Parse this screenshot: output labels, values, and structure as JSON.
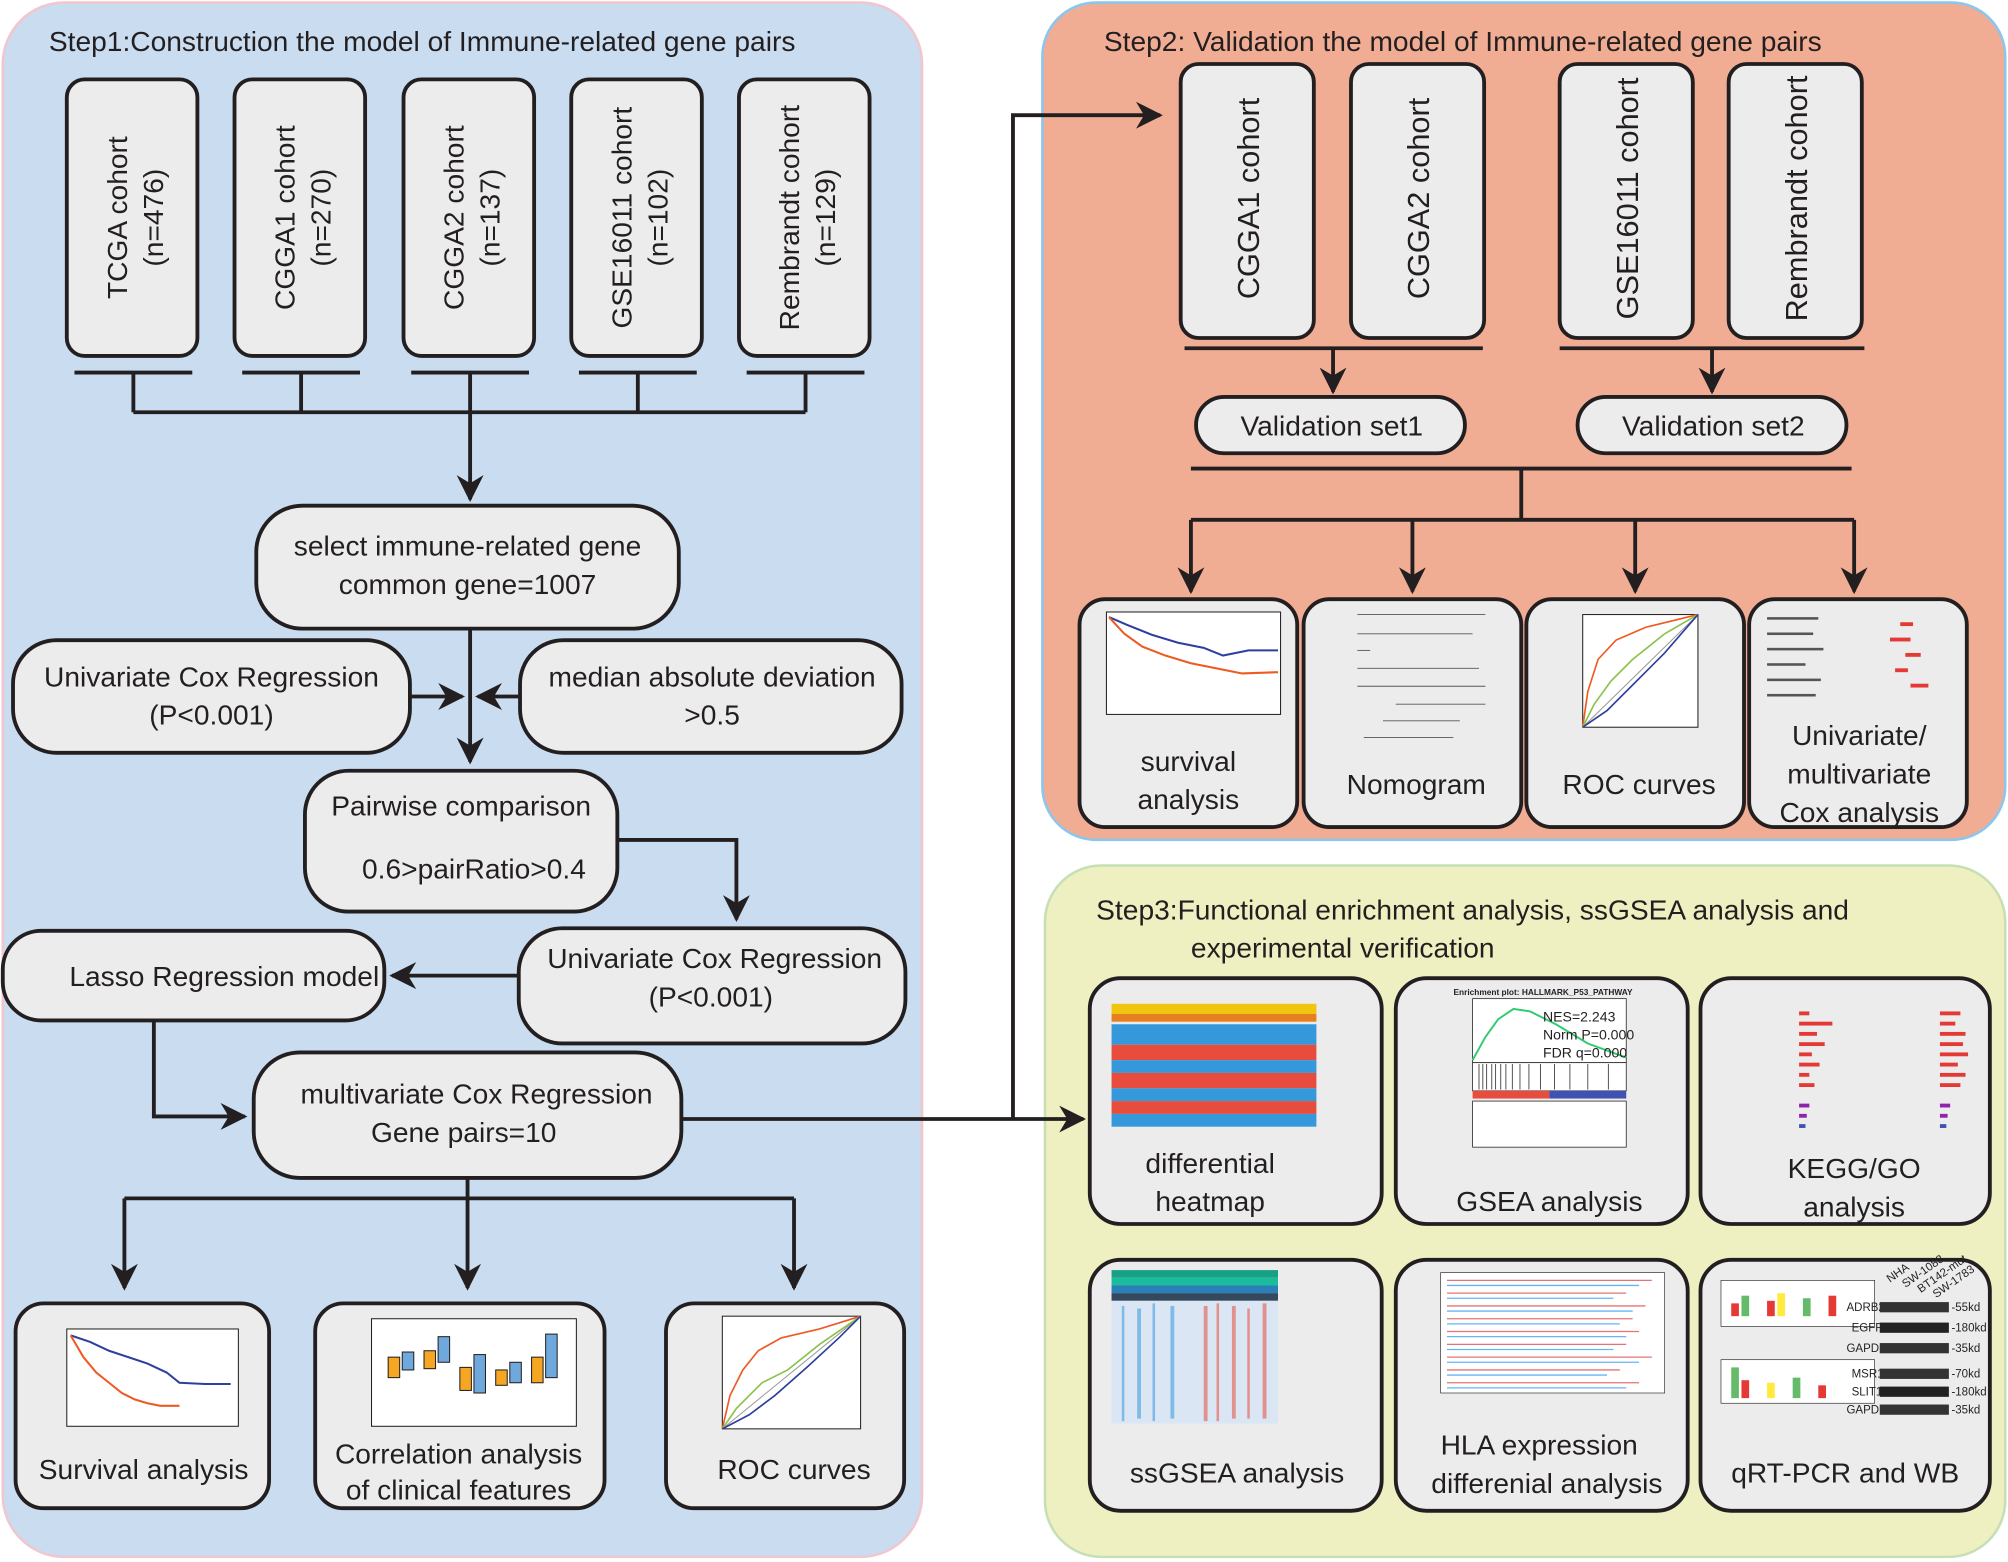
{
  "step1": {
    "title": "Step1:Construction the model of Immune-related gene pairs",
    "cohorts": [
      {
        "name": "TCGA cohort",
        "n": "(n=476)"
      },
      {
        "name": "CGGA1 cohort",
        "n": "(n=270)"
      },
      {
        "name": "CGGA2 cohort",
        "n": "(n=137)"
      },
      {
        "name": "GSE16011 cohort",
        "n": "(n=102)"
      },
      {
        "name": "Rembrandt cohort",
        "n": "(n=129)"
      }
    ],
    "select_box": {
      "line1": "select immune-related gene",
      "line2": "common gene=1007"
    },
    "uni_cox_1": {
      "line1": "Univariate Cox Regression",
      "line2": "(P<0.001)"
    },
    "mad_box": {
      "line1": "median absolute deviation",
      "line2": ">0.5"
    },
    "pairwise_box": {
      "line1": "Pairwise comparison",
      "line2": "0.6>pairRatio>0.4"
    },
    "uni_cox_2": {
      "line1": "Univariate Cox Regression",
      "line2": "(P<0.001)"
    },
    "lasso_box": "Lasso Regression model",
    "multi_cox_box": {
      "line1": "multivariate Cox Regression",
      "line2": "Gene pairs=10"
    },
    "outputs": {
      "survival": "Survival analysis",
      "correlation": {
        "line1": "Correlation analysis",
        "line2": "of clinical features"
      },
      "roc": "ROC curves"
    }
  },
  "step2": {
    "title": "Step2:  Validation the model of Immune-related gene pairs",
    "cohorts": [
      "CGGA1 cohort",
      "CGGA2 cohort",
      "GSE16011 cohort",
      "Rembrandt cohort"
    ],
    "validation_set1": "Validation set1",
    "validation_set2": "Validation set2",
    "outputs": {
      "survival": {
        "line1": "survival",
        "line2": "analysis"
      },
      "nomogram": "Nomogram",
      "roc": "ROC curves",
      "cox": {
        "line1": "Univariate/",
        "line2": "multivariate",
        "line3": "Cox analysis"
      }
    }
  },
  "step3": {
    "title_line1": "Step3:Functional enrichment analysis, ssGSEA analysis and",
    "title_line2": "experimental verification",
    "panels": {
      "heatmap": {
        "line1": "differential",
        "line2": "heatmap"
      },
      "gsea": "GSEA analysis",
      "kegg": {
        "line1": "KEGG/GO",
        "line2": "analysis"
      },
      "ssgsea": "ssGSEA analysis",
      "hla": {
        "line1": "HLA expression",
        "line2": "differenial analysis"
      },
      "qrt": "qRT-PCR and WB"
    },
    "gsea_plot": {
      "title": "Enrichment plot: HALLMARK_P53_PATHWAY",
      "nes": "NES=2.243",
      "norm_p": "Norm P=0.000",
      "fdr": "FDR q=0.000"
    },
    "wb_plot": {
      "samples": [
        "NHA",
        "SW-1088",
        "BT142-mut",
        "SW-1783"
      ],
      "proteins": [
        "ADRB2",
        "EGFR",
        "GAPDH",
        "MSR1",
        "SLIT1",
        "GAPDH"
      ],
      "sizes": [
        "-55kd",
        "-180kd",
        "-35kd",
        "-70kd",
        "-180kd",
        "-35kd"
      ]
    }
  },
  "colors": {
    "step1_bg": "#c9dcf0",
    "step2_bg": "#f1ad93",
    "step3_bg": "#eff0c2",
    "box_fill": "#ececec",
    "stroke": "#231f20",
    "series_blue": "#2e3f9e",
    "series_red": "#ee5a24"
  }
}
